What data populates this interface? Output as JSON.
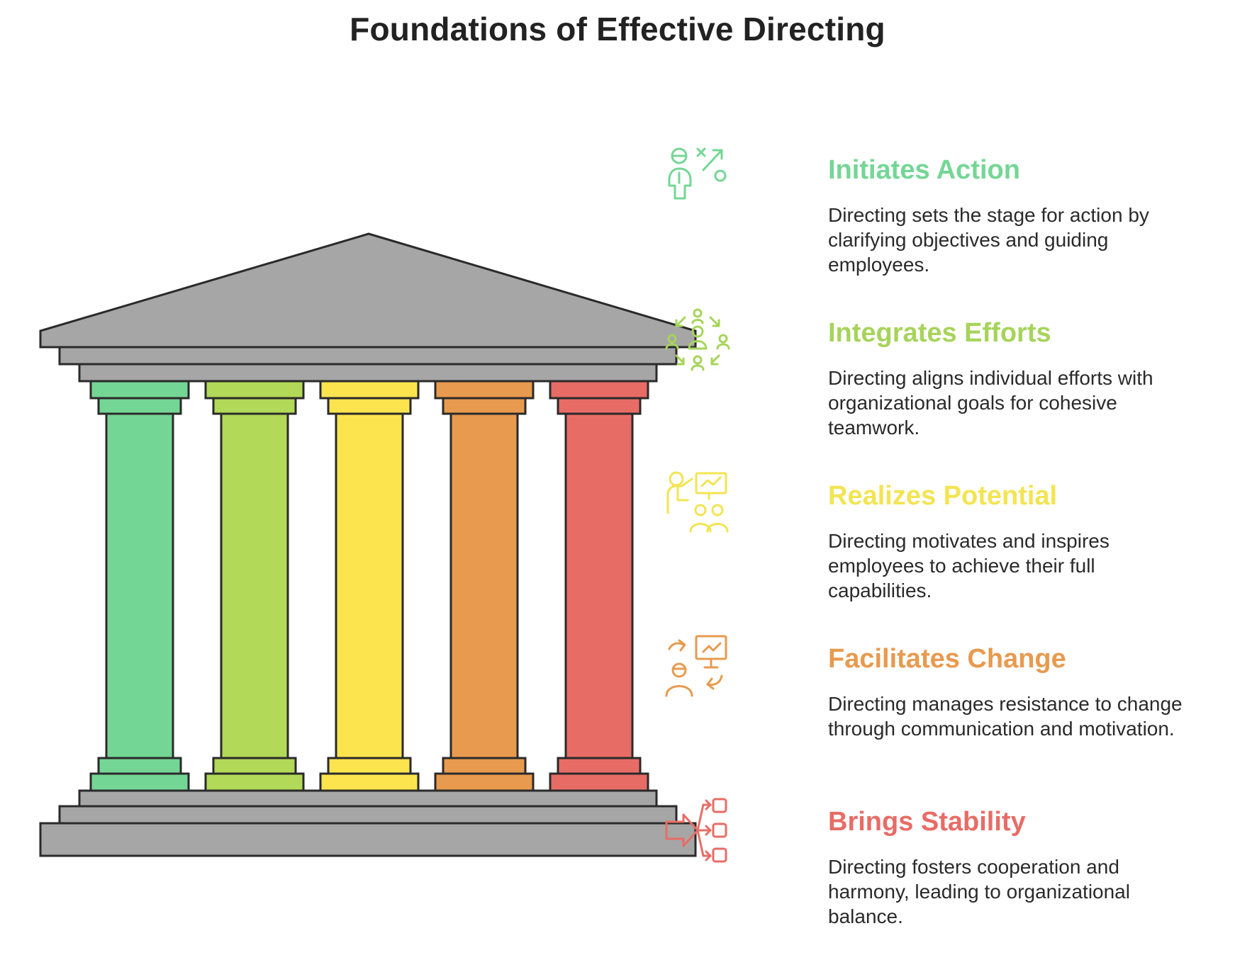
{
  "title": "Foundations of Effective Directing",
  "colors": {
    "roof": "#a6a6a6",
    "stroke": "#2a2a2a",
    "pillars": [
      "#74d695",
      "#b2d957",
      "#fbe44e",
      "#e89a4e",
      "#e86c66"
    ]
  },
  "items": [
    {
      "title": "Initiates Action",
      "description": "Directing sets the stage for action by clarifying objectives and guiding employees.",
      "color": "#74d695",
      "icon": "strategy-person-icon"
    },
    {
      "title": "Integrates Efforts",
      "description": "Directing aligns individual efforts with organizational goals for cohesive teamwork.",
      "color": "#a6d45a",
      "icon": "team-integration-icon"
    },
    {
      "title": "Realizes Potential",
      "description": "Directing motivates and inspires employees to achieve their full capabilities.",
      "color": "#f3e452",
      "icon": "presenter-audience-icon"
    },
    {
      "title": "Facilitates Change",
      "description": "Directing manages resistance to change through communication and motivation.",
      "color": "#e89a4e",
      "icon": "change-presentation-icon"
    },
    {
      "title": "Brings Stability",
      "description": "Directing fosters cooperation and harmony, leading to organizational balance.",
      "color": "#e86c66",
      "icon": "distribution-flow-icon"
    }
  ]
}
